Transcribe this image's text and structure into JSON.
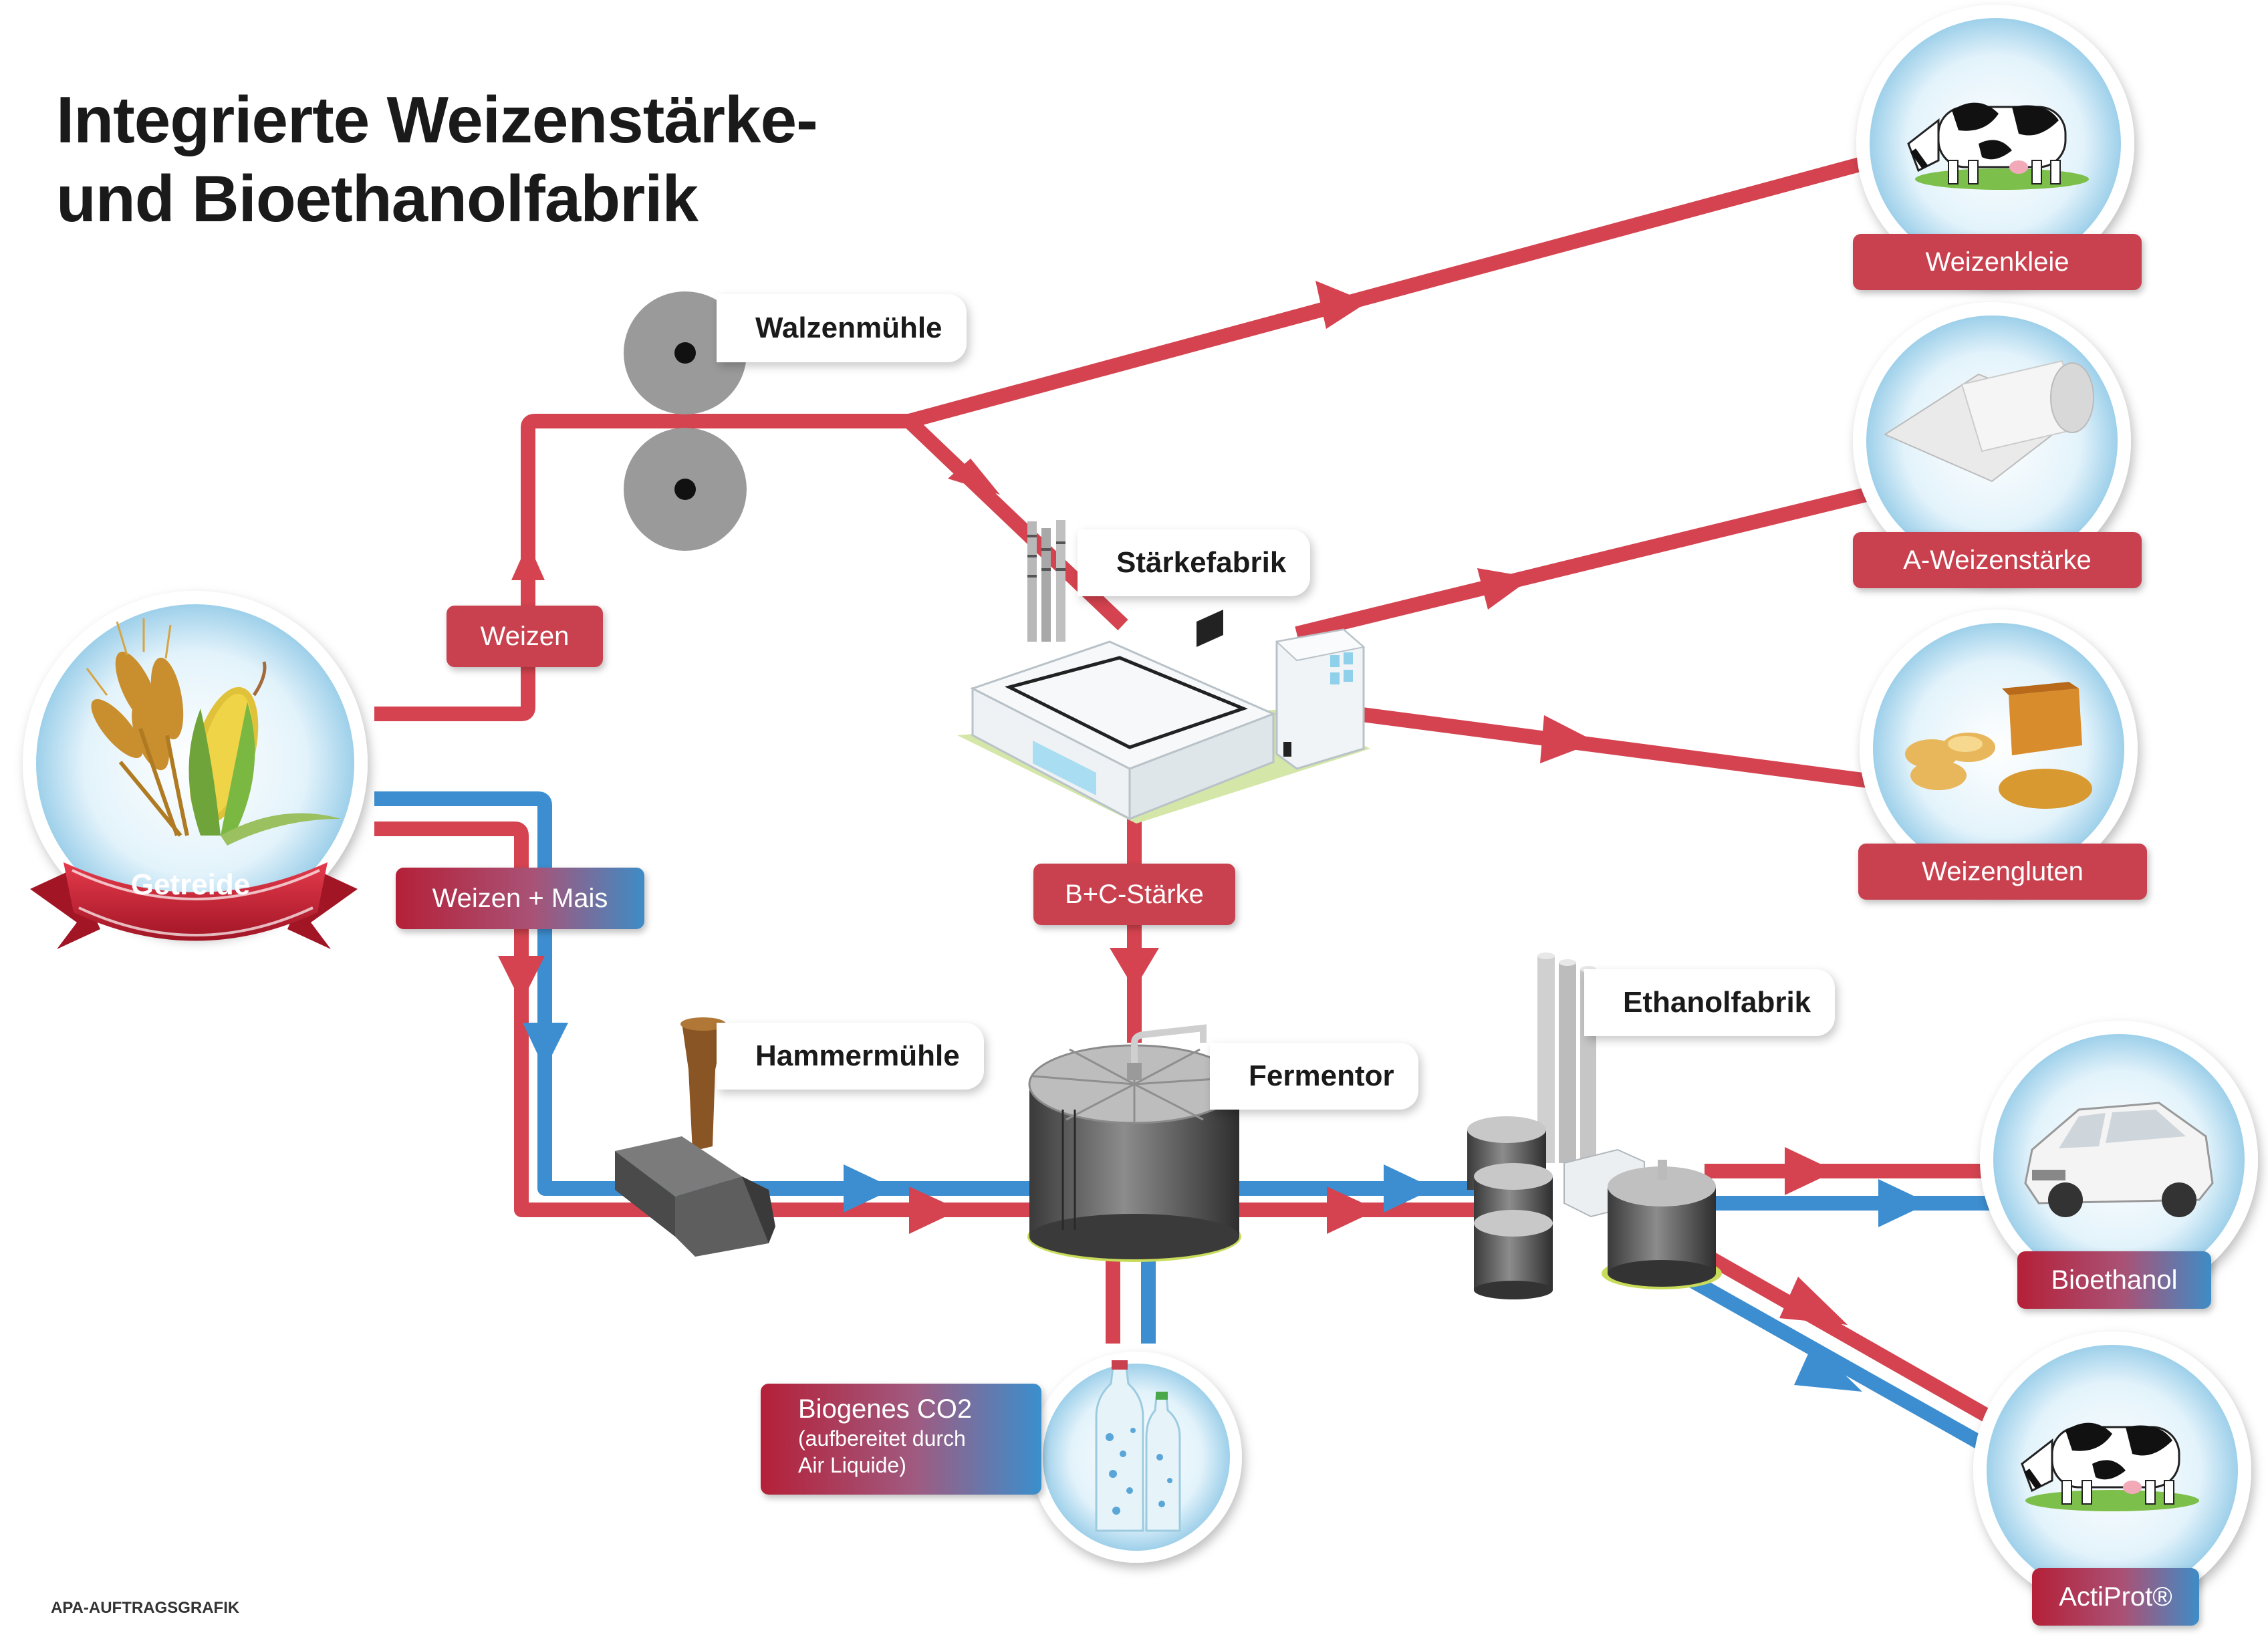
{
  "title_line1": "Integrierte Weizenstärke-",
  "title_line2": "und Bioethanolfabrik",
  "credit": "APA-AUFTRAGSGRAFIK",
  "source": {
    "label": "Getreide"
  },
  "facilities": {
    "walzenmuehle": "Walzenmühle",
    "staerkefabrik": "Stärkefabrik",
    "hammermuehle": "Hammermühle",
    "fermentor": "Fermentor",
    "ethanolfabrik": "Ethanolfabrik"
  },
  "flows": {
    "weizen": "Weizen",
    "weizen_mais": "Weizen + Mais",
    "bc_staerke": "B+C-Stärke"
  },
  "products": {
    "weizenkleie": "Weizenkleie",
    "a_weizenstaerke": "A-Weizenstärke",
    "weizengluten": "Weizengluten",
    "bioethanol": "Bioethanol",
    "actiprot": "ActiProt®"
  },
  "co2": {
    "line1": "Biogenes CO2",
    "line2": "(aufbereitet durch",
    "line3": "Air Liquide)"
  },
  "colors": {
    "red": "#d4434f",
    "blue": "#3d8ed0",
    "tag_red": "#c9414f"
  }
}
